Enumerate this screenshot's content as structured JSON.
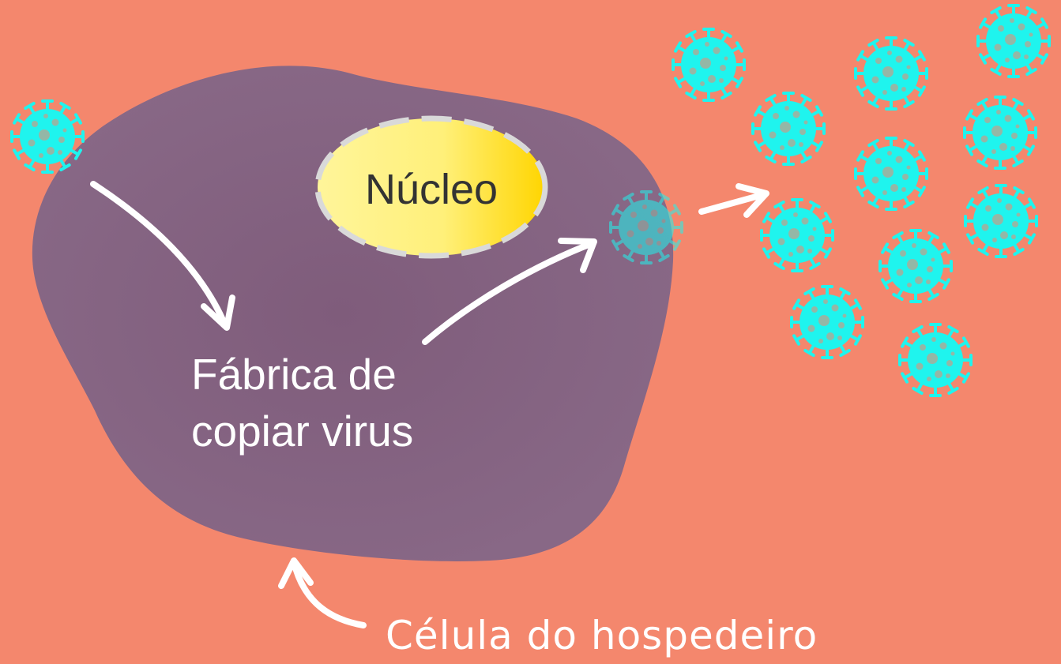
{
  "diagram": {
    "nucleus_label": "Núcleo",
    "factory_label_line1": "Fábrica de",
    "factory_label_line2": "copiar virus",
    "host_cell_label": "Célula do hospedeiro"
  },
  "colors": {
    "background": "#f4876d",
    "cell": "#856584",
    "virus": "#1ff4ee",
    "virus_inside": "#2a8fb3",
    "nucleus_light": "#fff59a",
    "nucleus_dark": "#ffd500",
    "nucleus_border": "#d9d9d9",
    "arrows": "#ffffff"
  },
  "icons": {
    "virus": "virus-icon",
    "arrow": "arrow-icon"
  }
}
